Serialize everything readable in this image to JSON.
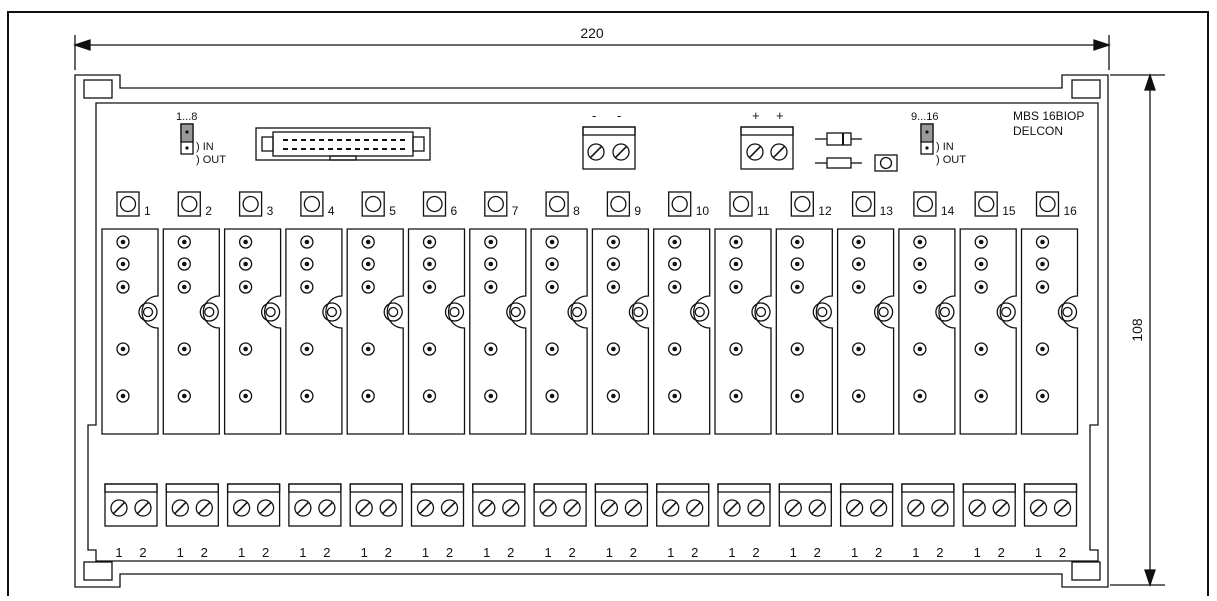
{
  "dimensions": {
    "width_label": "220",
    "height_label": "108"
  },
  "jumpers": [
    {
      "range": "1...8",
      "in_label": ") IN",
      "out_label": ") OUT"
    },
    {
      "range": "9...16",
      "in_label": ") IN",
      "out_label": ") OUT"
    }
  ],
  "power": {
    "minus_labels": [
      "-",
      "-"
    ],
    "plus_labels": [
      "+",
      "+"
    ]
  },
  "product": {
    "model": "MBS 16BIOP",
    "brand": "DELCON"
  },
  "channels": [
    "1",
    "2",
    "3",
    "4",
    "5",
    "6",
    "7",
    "8",
    "9",
    "10",
    "11",
    "12",
    "13",
    "14",
    "15",
    "16"
  ],
  "terminal_pin_labels": [
    "1",
    "2"
  ],
  "colors": {
    "line": "#111111",
    "background": "#ffffff",
    "jumper_fill": "#9a9a9a"
  }
}
